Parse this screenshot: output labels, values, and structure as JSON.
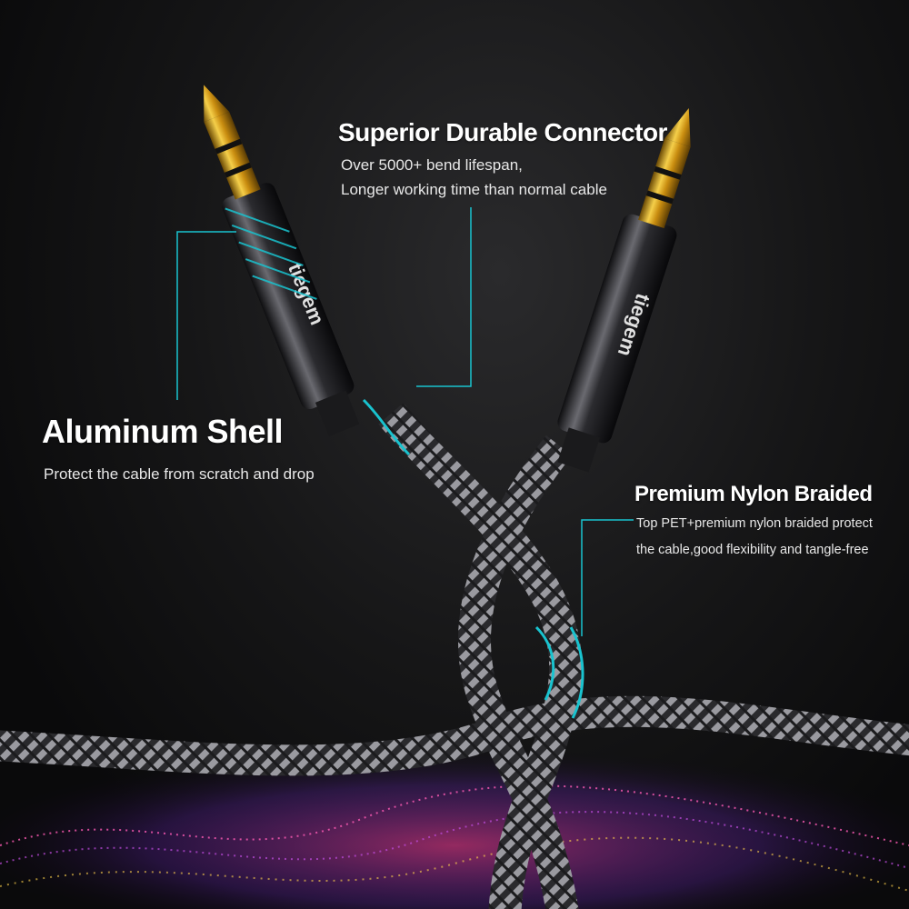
{
  "features": {
    "connector": {
      "title": "Superior Durable Connector",
      "line1": "Over 5000+ bend lifespan,",
      "line2": "Longer working time than normal cable"
    },
    "shell": {
      "title": "Aluminum Shell",
      "line1": "Protect the cable from scratch and drop"
    },
    "braid": {
      "title": "Premium Nylon Braided",
      "line1": "Top PET+premium nylon braided protect",
      "line2": "the cable,good flexibility and tangle-free"
    }
  },
  "brand": "tiegem",
  "colors": {
    "accent": "#19c3cf",
    "gold": "#d8a21b",
    "background": "#0b0b0c"
  }
}
